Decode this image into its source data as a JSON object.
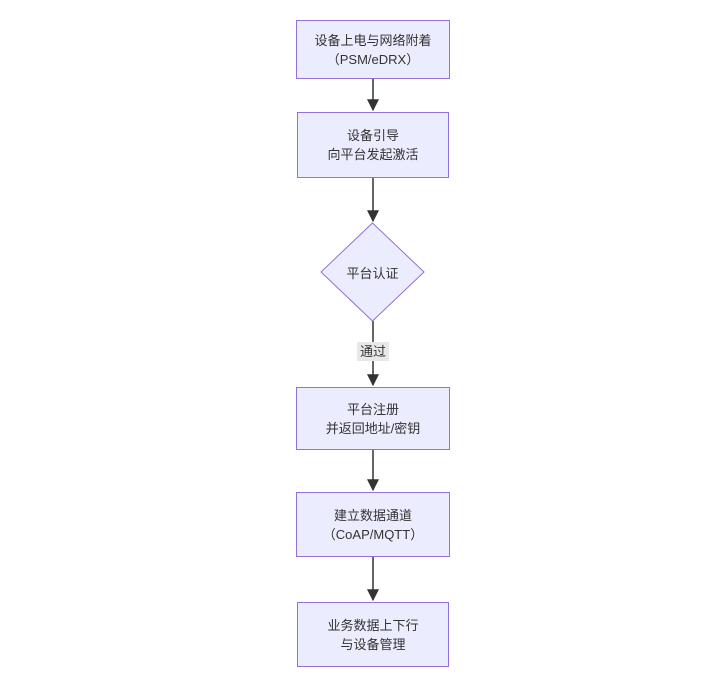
{
  "diagram": {
    "type": "flowchart",
    "direction": "top-down",
    "colors": {
      "node_fill": "#ECECFF",
      "node_border": "#9370DB",
      "edge_color": "#333333",
      "text_color": "#333333",
      "edge_label_bg": "#e8e8e8",
      "background": "#ffffff"
    },
    "nodes": [
      {
        "id": "A",
        "shape": "rect",
        "lines": [
          "设备上电与网络附着",
          "（PSM/eDRX）"
        ]
      },
      {
        "id": "B",
        "shape": "rect",
        "lines": [
          "设备引导",
          "向平台发起激活"
        ]
      },
      {
        "id": "C",
        "shape": "diamond",
        "lines": [
          "平台认证"
        ]
      },
      {
        "id": "D",
        "shape": "rect",
        "lines": [
          "平台注册",
          "并返回地址/密钥"
        ]
      },
      {
        "id": "E",
        "shape": "rect",
        "lines": [
          "建立数据通道",
          "（CoAP/MQTT）"
        ]
      },
      {
        "id": "F",
        "shape": "rect",
        "lines": [
          "业务数据上下行",
          "与设备管理"
        ]
      }
    ],
    "edges": [
      {
        "from": "A",
        "to": "B",
        "label": ""
      },
      {
        "from": "B",
        "to": "C",
        "label": ""
      },
      {
        "from": "C",
        "to": "D",
        "label": "通过"
      },
      {
        "from": "D",
        "to": "E",
        "label": ""
      },
      {
        "from": "E",
        "to": "F",
        "label": ""
      }
    ]
  }
}
